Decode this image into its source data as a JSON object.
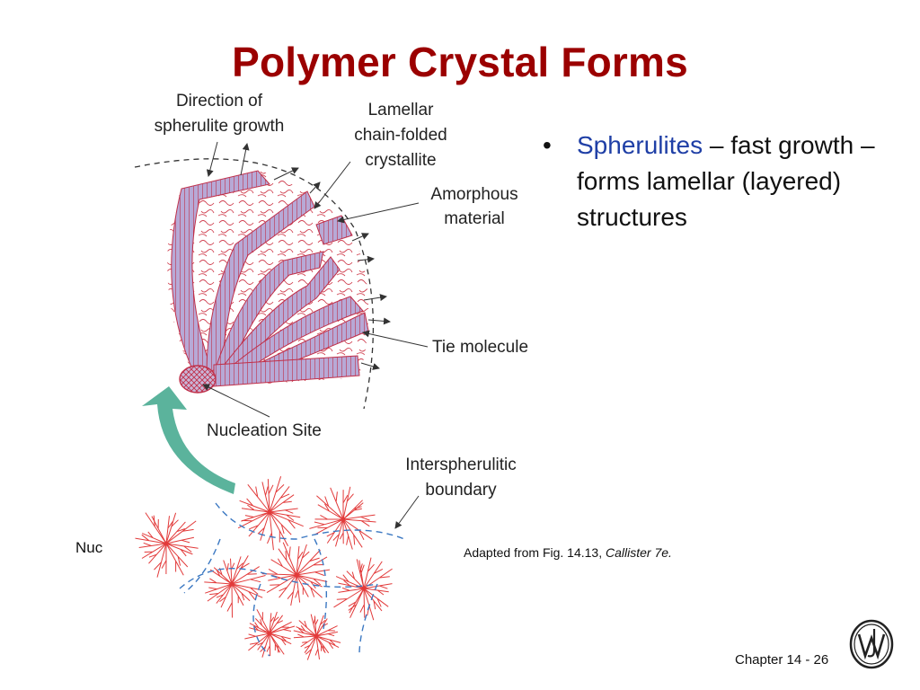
{
  "slide": {
    "title": "Polymer Crystal Forms",
    "bullet": {
      "marker": "•",
      "keyword": "Spherulites",
      "rest": " – fast growth – forms lamellar (layered) structures"
    },
    "caption": {
      "prefix": "Adapted from Fig. 14.13, ",
      "source": "Callister 7e."
    },
    "footer": "Chapter 14 - 26",
    "partial_text": "Nuc"
  },
  "diagram": {
    "labels": {
      "growth_direction": [
        "Direction of",
        "spherulite growth"
      ],
      "lamellar": [
        "Lamellar",
        "chain-folded",
        "crystallite"
      ],
      "amorphous": [
        "Amorphous",
        "material"
      ],
      "tie_molecule": "Tie molecule",
      "nucleation": "Nucleation Site",
      "boundary": [
        "Interspherulitic",
        "boundary"
      ]
    },
    "colors": {
      "title": "#9b0000",
      "keyword": "#1f3fa6",
      "lamella_fill": "#b7a9d6",
      "lamella_stroke": "#c0304a",
      "spherulite": "#e23a3a",
      "boundary": "#3b78c2",
      "arrow": "#5bb39c"
    }
  }
}
